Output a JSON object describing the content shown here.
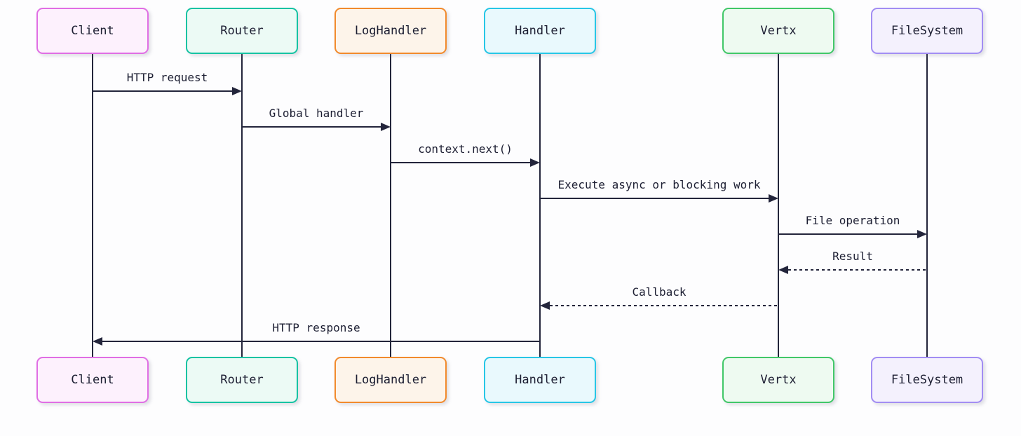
{
  "diagram": {
    "type": "sequence-diagram",
    "actors": [
      {
        "name": "Client",
        "fill": "#fdf1fd",
        "border": "#e06ee4"
      },
      {
        "name": "Router",
        "fill": "#ecfaf5",
        "border": "#16c3a3"
      },
      {
        "name": "LogHandler",
        "fill": "#fdf4ea",
        "border": "#f18a2c"
      },
      {
        "name": "Handler",
        "fill": "#e9f9fd",
        "border": "#27c6e6"
      },
      {
        "name": "Vertx",
        "fill": "#eefaf1",
        "border": "#41c768"
      },
      {
        "name": "FileSystem",
        "fill": "#f4f1fd",
        "border": "#a28df3"
      }
    ],
    "messages": [
      {
        "from": "Client",
        "to": "Router",
        "label": "HTTP request",
        "style": "solid"
      },
      {
        "from": "Router",
        "to": "LogHandler",
        "label": "Global handler",
        "style": "solid"
      },
      {
        "from": "LogHandler",
        "to": "Handler",
        "label": "context.next()",
        "style": "solid"
      },
      {
        "from": "Handler",
        "to": "Vertx",
        "label": "Execute async or blocking work",
        "style": "solid"
      },
      {
        "from": "Vertx",
        "to": "FileSystem",
        "label": "File operation",
        "style": "solid"
      },
      {
        "from": "FileSystem",
        "to": "Vertx",
        "label": "Result",
        "style": "dashed"
      },
      {
        "from": "Vertx",
        "to": "Handler",
        "label": "Callback",
        "style": "dashed"
      },
      {
        "from": "Handler",
        "to": "Client",
        "label": "HTTP response",
        "style": "solid"
      }
    ],
    "colors": {
      "line": "#23253b",
      "text": "#1d1f33",
      "background": "#fdfdfe"
    }
  }
}
